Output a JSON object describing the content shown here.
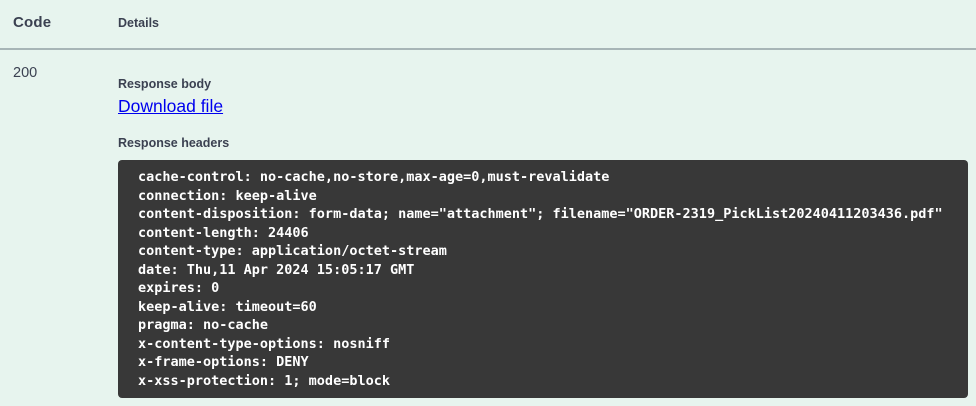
{
  "colors": {
    "page_background": "#e7f4ee",
    "heading_text": "#3b4151",
    "link_blue": "#0000ee",
    "code_block_background": "#383838",
    "code_block_text": "#ffffff",
    "divider_gray": "#9cacab"
  },
  "responses_table": {
    "column_headers": {
      "code": "Code",
      "details": "Details"
    },
    "response": {
      "status_code": "200",
      "response_body_label": "Response body",
      "download_link_label": "Download file",
      "response_headers_label": "Response headers",
      "response_headers": [
        "cache-control: no-cache,no-store,max-age=0,must-revalidate",
        "connection: keep-alive",
        "content-disposition: form-data; name=\"attachment\"; filename=\"ORDER-2319_PickList20240411203436.pdf\"",
        "content-length: 24406",
        "content-type: application/octet-stream",
        "date: Thu,11 Apr 2024 15:05:17 GMT",
        "expires: 0",
        "keep-alive: timeout=60",
        "pragma: no-cache",
        "x-content-type-options: nosniff",
        "x-frame-options: DENY",
        "x-xss-protection: 1; mode=block"
      ]
    }
  }
}
